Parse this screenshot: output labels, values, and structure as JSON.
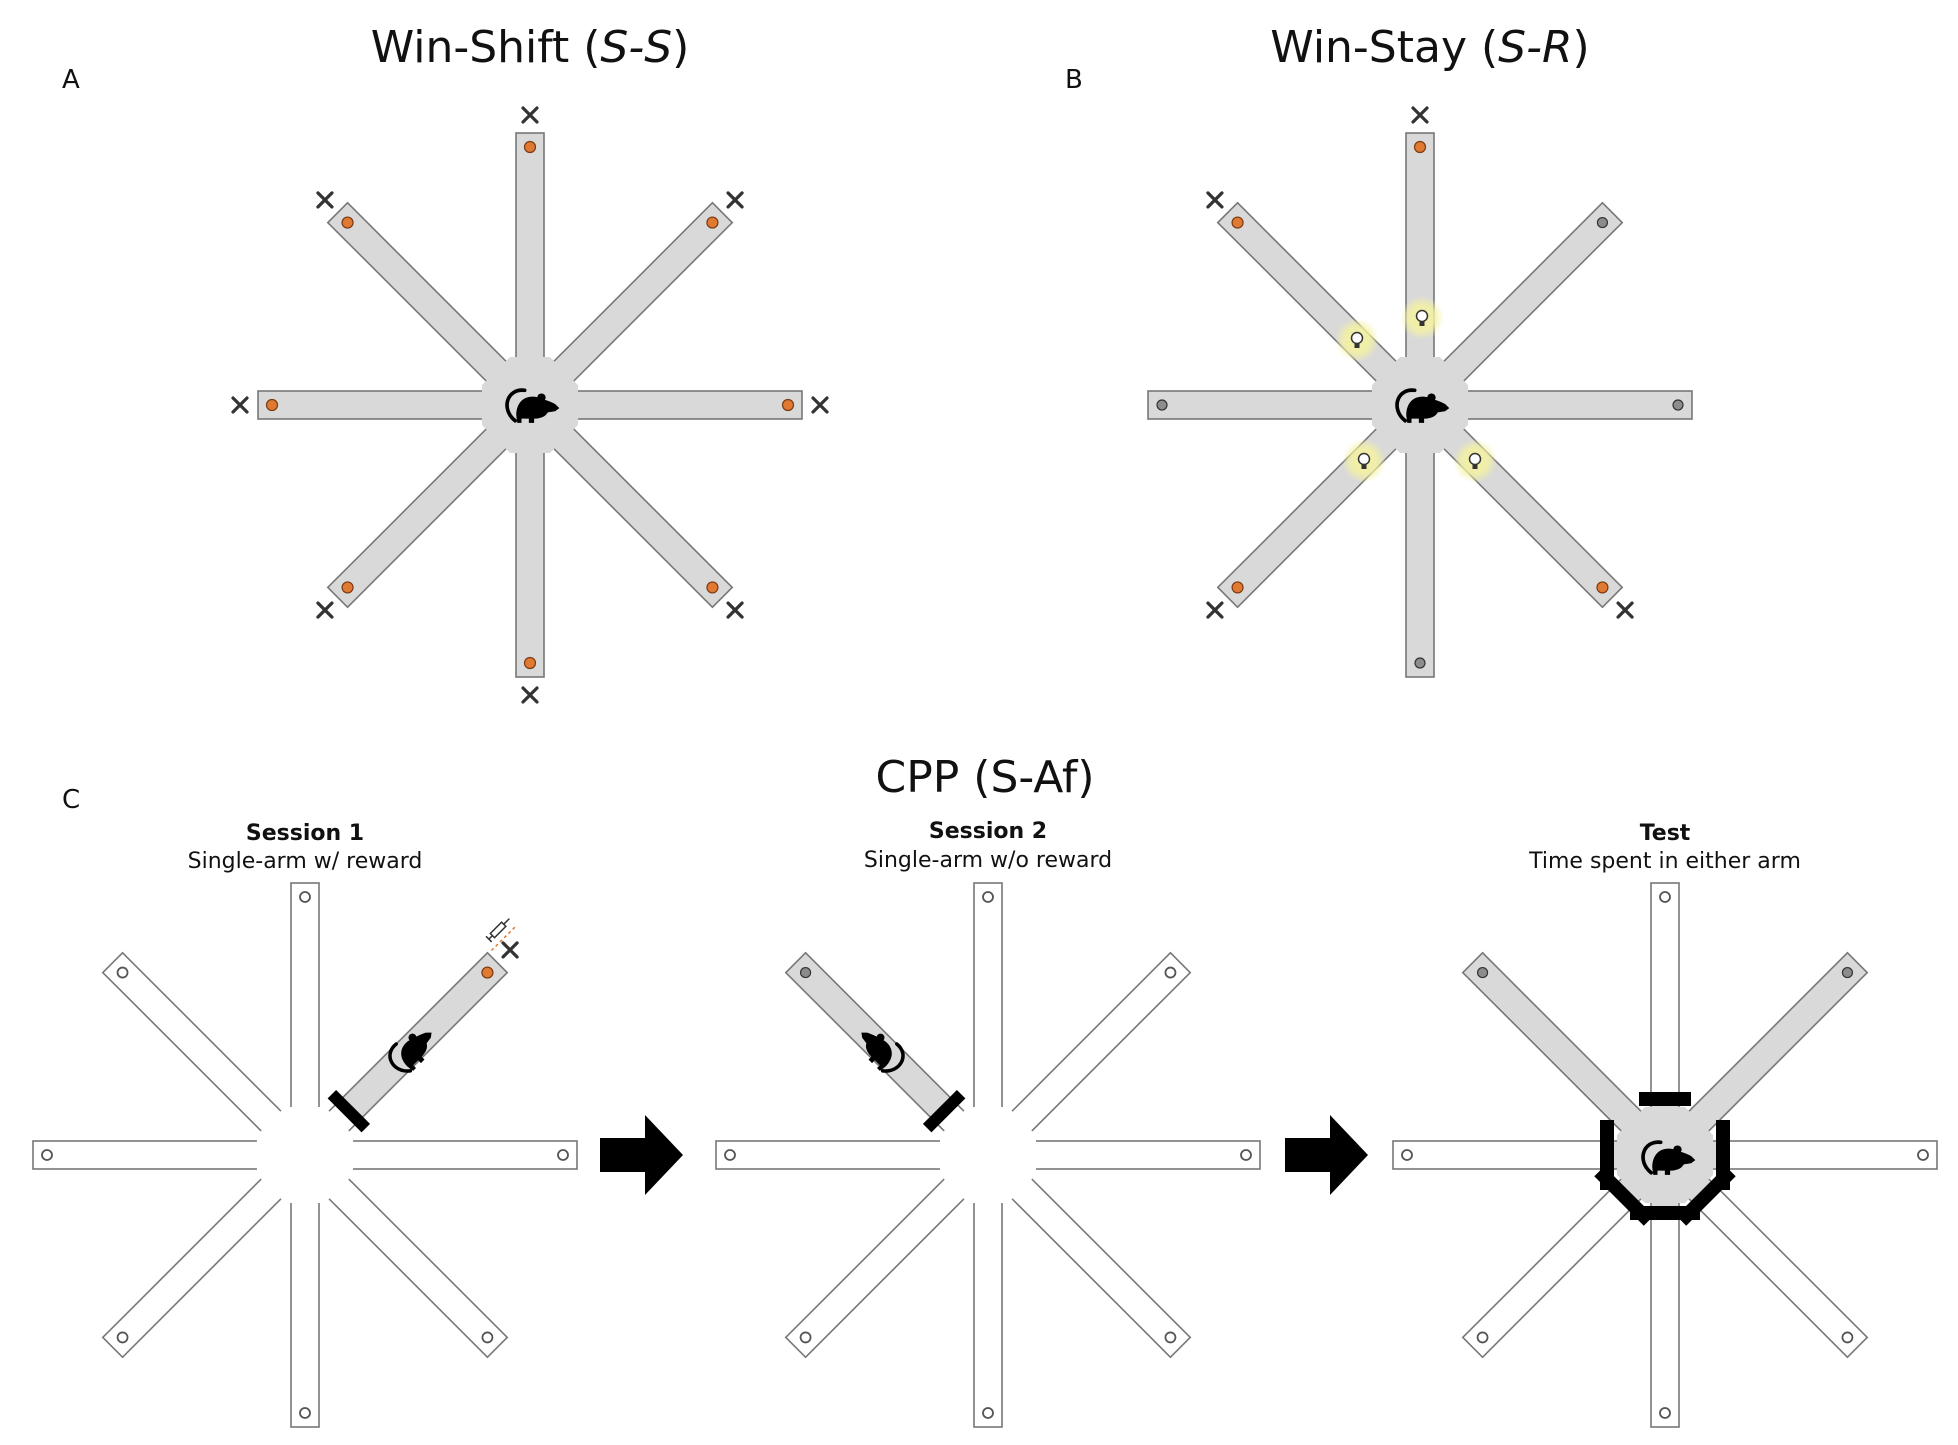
{
  "panels": {
    "a": {
      "letter": "A",
      "title_prefix": "Win-Shift (",
      "title_italic": "S-S",
      "title_suffix": ")"
    },
    "b": {
      "letter": "B",
      "title_prefix": "Win-Stay (",
      "title_italic": "S-R",
      "title_suffix": ")"
    },
    "c": {
      "letter": "C",
      "title": "CPP (S-Af)",
      "stages": [
        {
          "label": "Session 1",
          "description": "Single-arm w/ reward"
        },
        {
          "label": "Session 2",
          "description": "Single-arm w/o reward"
        },
        {
          "label": "Test",
          "description": "Time spent in either arm"
        }
      ]
    }
  },
  "colors": {
    "arm_gray": "#d9d9d9",
    "arm_outline": "#777777",
    "reward_pellet": "#e07a33",
    "empty_well": "#8c8c8c",
    "cue_light_glow": "#f4f2a0",
    "blocker": "#000000",
    "rat": "#000000"
  },
  "icons": {
    "rat": "rat-icon",
    "reward": "reward-pellet-icon",
    "consumed": "x-mark-icon",
    "cue": "lightbulb-icon",
    "injection": "syringe-icon",
    "transition": "right-arrow-icon"
  }
}
